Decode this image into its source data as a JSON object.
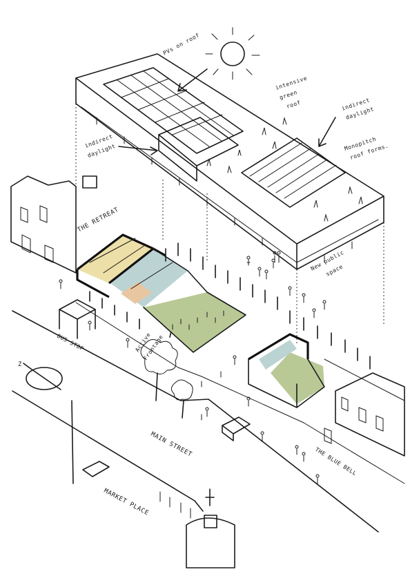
{
  "colors": {
    "ink": "#1a1a1a",
    "green_fill": "#b9c996",
    "blue_fill": "#bcd3d3",
    "yellow_fill": "#ecdfa8",
    "peach_fill": "#e8c6a0",
    "white_paper": "#ffffff"
  },
  "labels": {
    "pvs": "PVs on roof",
    "intensive_1": "intensive",
    "intensive_2": "green",
    "intensive_3": "roof",
    "indirect_right_1": "indirect",
    "indirect_right_2": "daylight",
    "monopitch_1": "Monopitch",
    "monopitch_2": "roof forms.",
    "indirect_left_1": "indirect",
    "indirect_left_2": "daylight",
    "retreat": "THE RETREAT",
    "public_space_1": "New public",
    "public_space_2": "space",
    "bus_stop": "BUS STOP",
    "active_1": "Active",
    "active_2": "Frontage",
    "main_street": "MAIN STREET",
    "blue_bell": "THE BLUE BELL",
    "market_place": "MARKET PLACE"
  },
  "icons": {
    "sun": "sun-icon",
    "north": "north-arrow-icon"
  }
}
